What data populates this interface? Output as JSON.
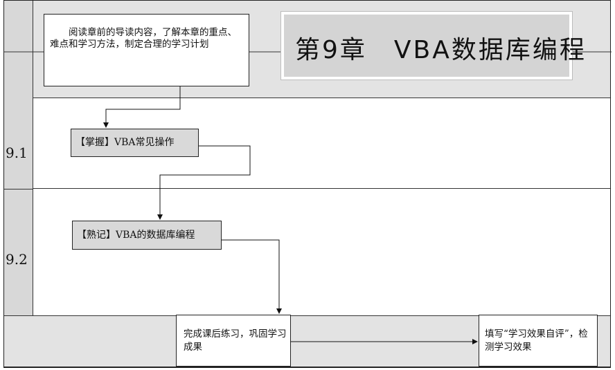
{
  "title": "第9章　VBA数据库编程",
  "intro_text": "阅读章前的导读内容，了解本章的重点、难点和学习方法，制定合理的学习计划",
  "sections": [
    {
      "number": "9.1",
      "task": "【掌握】VBA常见操作"
    },
    {
      "number": "9.2",
      "task": "【熟记】VBA的数据库编程"
    }
  ],
  "finish_text": "完成课后练习，巩固学习成果",
  "evaluate_text": "填写“学习效果自评”，检测学习效果"
}
